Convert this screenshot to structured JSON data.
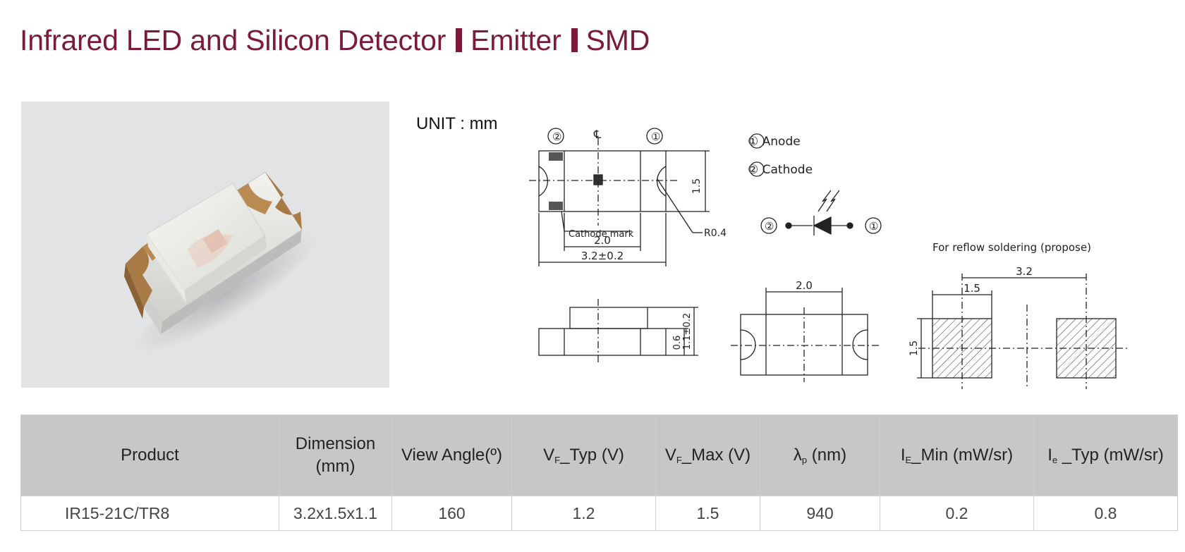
{
  "page": {
    "title_parts": [
      "Infrared LED and Silicon Detector",
      "Emitter",
      "SMD"
    ]
  },
  "drawing": {
    "unit_label": "UNIT : mm",
    "pin_labels": [
      "①",
      "②"
    ],
    "legend": {
      "anode": "① Anode",
      "cathode": "② Cathode"
    },
    "centerline_symbol": "℄",
    "dimensions": {
      "height": "1.5",
      "radius": "R0.4",
      "cathode_mark": "Cathode mark",
      "inner_width": "2.0",
      "outer_width": "3.2±0.2",
      "side_thickness": "0.6",
      "side_height": "1.1±0.2",
      "bottom_width": "2.0",
      "reflow_title": "For reflow soldering (propose)",
      "reflow_total": "3.2",
      "reflow_pad": "1.5",
      "reflow_height": "1.5"
    },
    "symbol_pins": [
      "②",
      "①"
    ]
  },
  "table": {
    "headers": [
      {
        "main": "Product"
      },
      {
        "main": "Dimension",
        "line2": "(mm)"
      },
      {
        "main": "View Angle(º)"
      },
      {
        "pre": "V",
        "sub": "F",
        "post": "_Typ (V)"
      },
      {
        "pre": "V",
        "sub": "F",
        "post": "_Max (V)"
      },
      {
        "pre": "λ",
        "sub": "p",
        "post": " (nm)"
      },
      {
        "pre": "I",
        "sub": "E",
        "post": "_Min (mW/sr)"
      },
      {
        "pre": "I",
        "sub": "e",
        "post": " _Typ (mW/sr)"
      }
    ],
    "rows": [
      [
        "IR15-21C/TR8",
        "3.2x1.5x1.1",
        "160",
        "1.2",
        "1.5",
        "940",
        "0.2",
        "0.8"
      ]
    ]
  },
  "colors": {
    "title": "#7b1a3a",
    "header_bg": "#c7c7c9",
    "photo_bg": "#e2e3e5",
    "terminal": "#a87a45"
  }
}
